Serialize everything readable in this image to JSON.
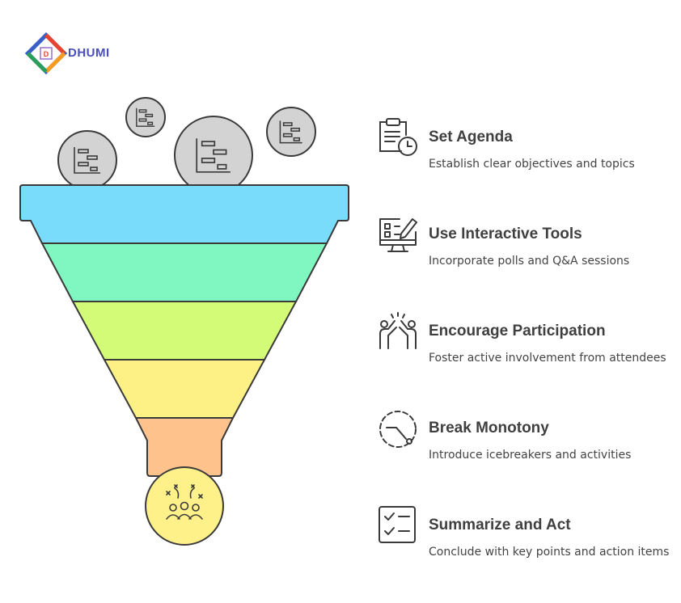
{
  "logo": {
    "text": "DHUMI",
    "colors": [
      "#e8432f",
      "#f59b1f",
      "#2a9d5a",
      "#3a5fc8"
    ]
  },
  "funnel": {
    "inputs": [
      "gantt-chart-icon",
      "gantt-chart-icon",
      "gantt-chart-icon",
      "gantt-chart-icon"
    ],
    "bands": [
      {
        "color": "#7adcfb"
      },
      {
        "color": "#80f7c0"
      },
      {
        "color": "#d4fb78"
      },
      {
        "color": "#fdf085"
      },
      {
        "color": "#fec28c"
      }
    ],
    "output": {
      "icon": "team-celebration-icon",
      "color": "#fef189"
    }
  },
  "steps": [
    {
      "title": "Set Agenda",
      "description": "Establish clear objectives and topics",
      "icon": "clipboard-clock-icon"
    },
    {
      "title": "Use Interactive Tools",
      "description": "Incorporate polls and Q&A sessions",
      "icon": "monitor-checklist-pencil-icon"
    },
    {
      "title": "Encourage Participation",
      "description": "Foster active involvement from attendees",
      "icon": "high-five-icon"
    },
    {
      "title": "Break Monotony",
      "description": "Introduce icebreakers and activities",
      "icon": "dashed-circle-path-icon"
    },
    {
      "title": "Summarize and Act",
      "description": "Conclude with key points and action items",
      "icon": "checklist-icon"
    }
  ]
}
